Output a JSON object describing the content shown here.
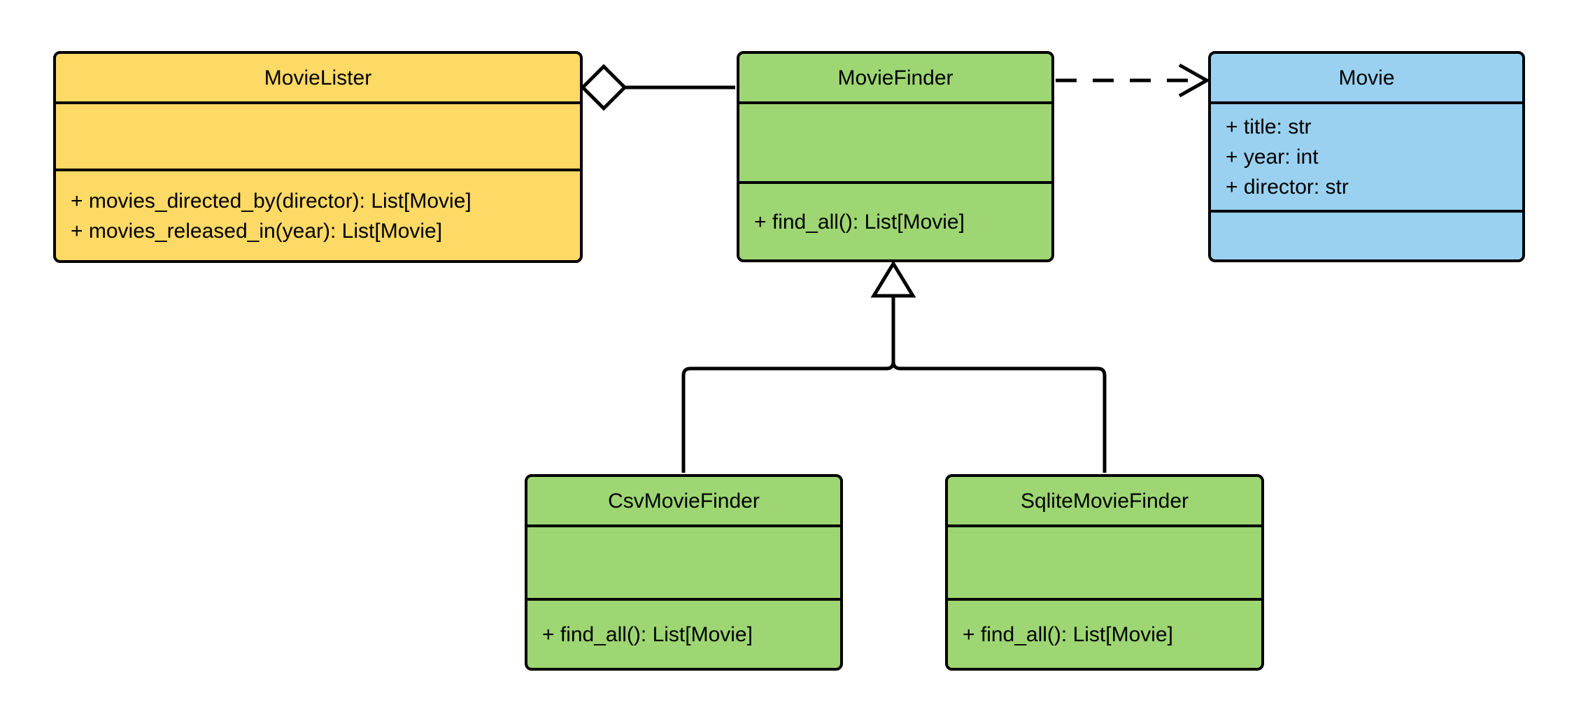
{
  "classes": {
    "movie_lister": {
      "name": "MovieLister",
      "attributes": [],
      "methods": [
        "+ movies_directed_by(director): List[Movie]",
        "+ movies_released_in(year): List[Movie]"
      ],
      "fill": "#FDD965"
    },
    "movie_finder": {
      "name": "MovieFinder",
      "attributes": [],
      "methods": [
        "+ find_all(): List[Movie]"
      ],
      "fill": "#9DD672"
    },
    "movie": {
      "name": "Movie",
      "attributes": [
        "+ title: str",
        "+ year: int",
        "+ director: str"
      ],
      "methods": [],
      "fill": "#9AD1F0"
    },
    "csv_movie_finder": {
      "name": "CsvMovieFinder",
      "attributes": [],
      "methods": [
        "+ find_all(): List[Movie]"
      ],
      "fill": "#9DD672"
    },
    "sqlite_movie_finder": {
      "name": "SqliteMovieFinder",
      "attributes": [],
      "methods": [
        "+ find_all(): List[Movie]"
      ],
      "fill": "#9DD672"
    }
  },
  "relationships": [
    {
      "type": "aggregation",
      "from": "MovieLister",
      "to": "MovieFinder",
      "line": "solid",
      "marker": "hollow-diamond"
    },
    {
      "type": "dependency",
      "from": "MovieFinder",
      "to": "Movie",
      "line": "dashed",
      "marker": "open-arrow"
    },
    {
      "type": "generalization",
      "from": "CsvMovieFinder",
      "to": "MovieFinder",
      "line": "solid",
      "marker": "hollow-triangle"
    },
    {
      "type": "generalization",
      "from": "SqliteMovieFinder",
      "to": "MovieFinder",
      "line": "solid",
      "marker": "hollow-triangle"
    }
  ],
  "colors": {
    "background": "#FFFFFF",
    "stroke": "#000000",
    "class_yellow": "#FDD965",
    "class_green": "#9DD672",
    "class_blue": "#9AD1F0"
  }
}
